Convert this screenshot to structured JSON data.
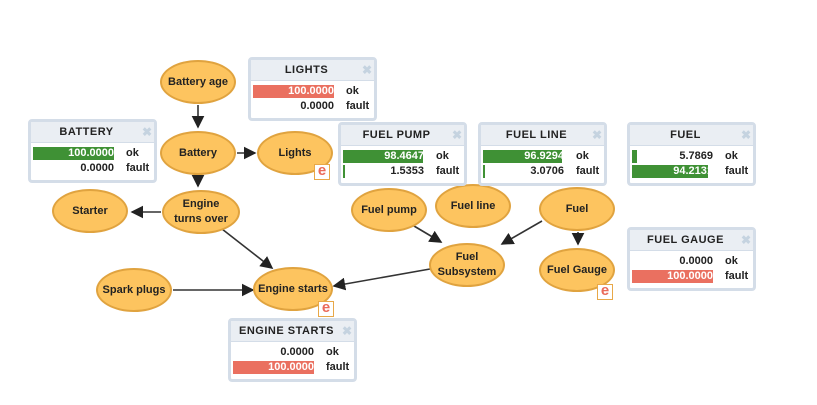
{
  "nodes": {
    "battery_age": "Battery age",
    "battery": "Battery",
    "lights": "Lights",
    "engine_turns_over": "Engine turns over",
    "starter": "Starter",
    "spark_plugs": "Spark plugs",
    "engine_starts": "Engine starts",
    "fuel_pump": "Fuel pump",
    "fuel_line": "Fuel line",
    "fuel": "Fuel",
    "fuel_subsystem": "Fuel Subsystem",
    "fuel_gauge": "Fuel Gauge"
  },
  "evidence_badge": "e",
  "close_glyph": "✖",
  "colors": {
    "node": "#fdc45f",
    "bar_green": "#3f9135",
    "bar_red": "#ea7060"
  },
  "boxes": {
    "lights": {
      "title": "LIGHTS",
      "states": [
        {
          "label": "ok",
          "value": "100.0000",
          "pct": 100,
          "color": "red"
        },
        {
          "label": "fault",
          "value": "0.0000",
          "pct": 0,
          "color": "red"
        }
      ]
    },
    "battery": {
      "title": "BATTERY",
      "states": [
        {
          "label": "ok",
          "value": "100.0000",
          "pct": 100,
          "color": "green"
        },
        {
          "label": "fault",
          "value": "0.0000",
          "pct": 0,
          "color": "green"
        }
      ]
    },
    "fuel_pump": {
      "title": "FUEL PUMP",
      "states": [
        {
          "label": "ok",
          "value": "98.4647",
          "pct": 98.4647,
          "color": "green"
        },
        {
          "label": "fault",
          "value": "1.5353",
          "pct": 1.5353,
          "color": "green"
        }
      ]
    },
    "fuel_line": {
      "title": "FUEL LINE",
      "states": [
        {
          "label": "ok",
          "value": "96.9294",
          "pct": 96.9294,
          "color": "green"
        },
        {
          "label": "fault",
          "value": "3.0706",
          "pct": 3.0706,
          "color": "green"
        }
      ]
    },
    "fuel": {
      "title": "FUEL",
      "states": [
        {
          "label": "ok",
          "value": "5.7869",
          "pct": 5.7869,
          "color": "green"
        },
        {
          "label": "fault",
          "value": "94.2131",
          "pct": 94.2131,
          "color": "green"
        }
      ]
    },
    "fuel_gauge": {
      "title": "FUEL GAUGE",
      "states": [
        {
          "label": "ok",
          "value": "0.0000",
          "pct": 0,
          "color": "red"
        },
        {
          "label": "fault",
          "value": "100.0000",
          "pct": 100,
          "color": "red"
        }
      ]
    },
    "engine_starts": {
      "title": "ENGINE STARTS",
      "states": [
        {
          "label": "ok",
          "value": "0.0000",
          "pct": 0,
          "color": "red"
        },
        {
          "label": "fault",
          "value": "100.0000",
          "pct": 100,
          "color": "red"
        }
      ]
    }
  }
}
